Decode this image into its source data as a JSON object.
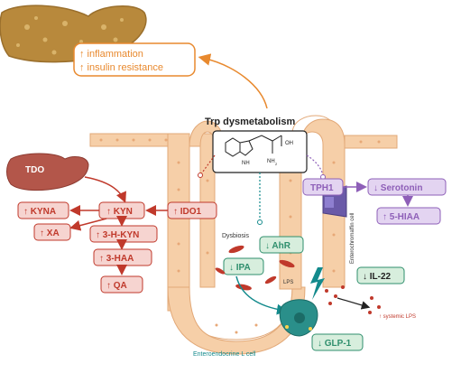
{
  "top_box": {
    "inflammation": "↑ inflammation",
    "insulin": "↑ insulin resistance"
  },
  "center": {
    "title": "Trp dysmetabolism"
  },
  "molecule": {
    "nh": "NH",
    "nh2": "NH",
    "nh2_sub": "2",
    "oh": "OH"
  },
  "left": {
    "tdo": "TDO",
    "ido1": "↑ IDO1",
    "kyn": "↑ KYN",
    "kyna": "↑ KYNA",
    "xa": "↑ XA",
    "hkyn": "↑ 3-H-KYN",
    "haa": "↑ 3-HAA",
    "qa": "↑ QA"
  },
  "right": {
    "tph1": "TPH1",
    "serotonin": "↓ Serotonin",
    "hiaa": "↑ 5-HIAA",
    "enterochromaffin": "Enterochromaffin cell",
    "il22": "↓ IL-22",
    "systemic_lps": "↑ systemic LPS"
  },
  "middle": {
    "dysbiosis": "Dysbiosis",
    "ahr": "↓ AhR",
    "ipa": "↓ IPA",
    "lps": "LPS",
    "glp1": "↓ GLP-1",
    "lcell": "Enteroendocrine L cell"
  },
  "colors": {
    "red": "#c0392b",
    "red_fill": "#f6d4d0",
    "orange": "#e8892e",
    "purple": "#8e5fb8",
    "purple_fill": "#e3d4f1",
    "green": "#2f8f6d",
    "green_fill": "#d7eedd",
    "teal": "#138a8c",
    "tissue": "#f6cfa8",
    "tissue_edge": "#e2a877",
    "liver": "#b8893c"
  }
}
